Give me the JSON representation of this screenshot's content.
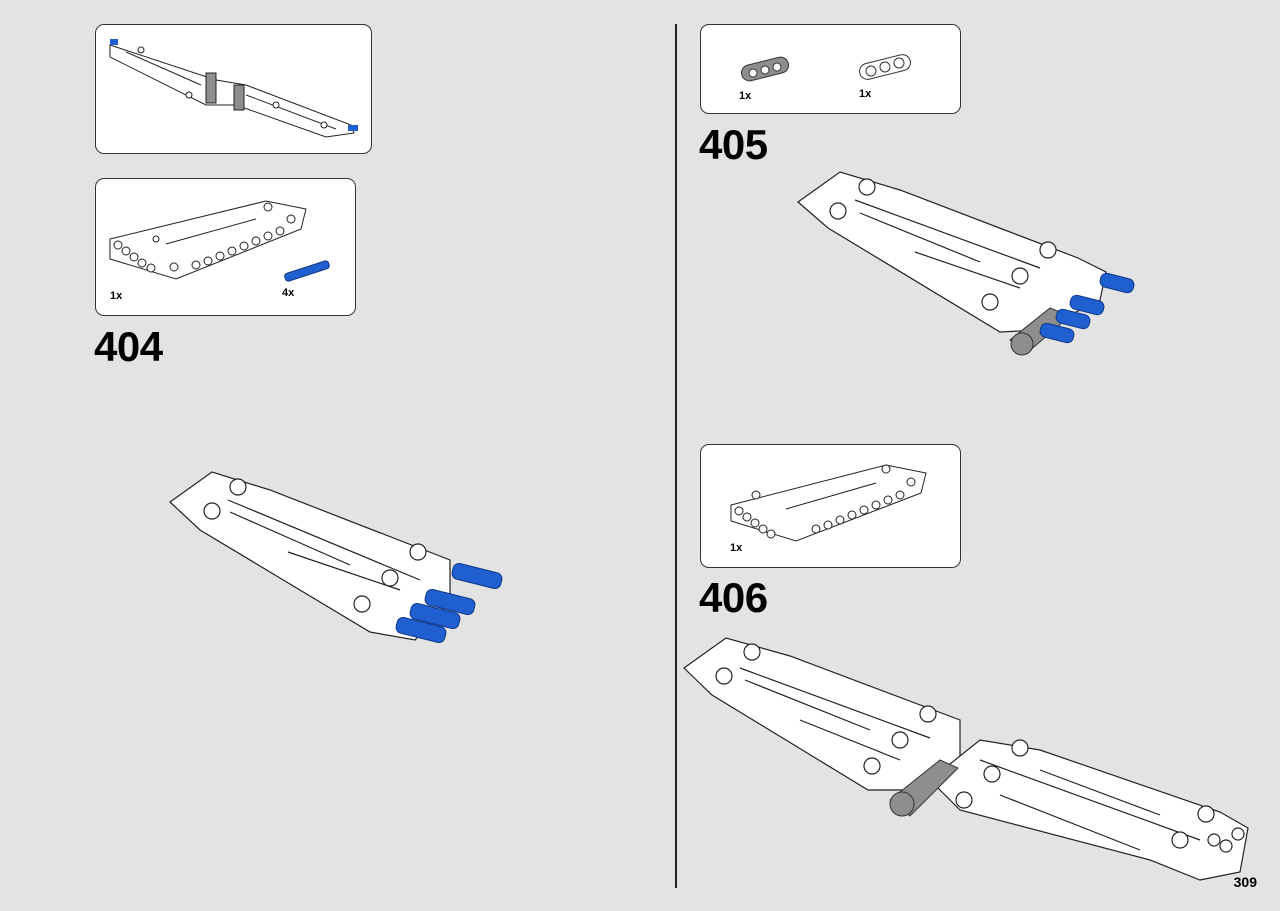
{
  "steps": {
    "s404": {
      "number": "404",
      "parts": [
        {
          "qty": "1x"
        },
        {
          "qty": "4x"
        }
      ]
    },
    "s405": {
      "number": "405",
      "parts": [
        {
          "qty": "1x"
        },
        {
          "qty": "1x"
        }
      ]
    },
    "s406": {
      "number": "406",
      "parts": [
        {
          "qty": "1x"
        }
      ]
    }
  },
  "page": {
    "number": "309"
  },
  "colors": {
    "background": "#e3e3e3",
    "part_white": "#ffffff",
    "part_blue": "#1f5fd0",
    "part_gray": "#8e8e8e",
    "outline": "#222222"
  }
}
